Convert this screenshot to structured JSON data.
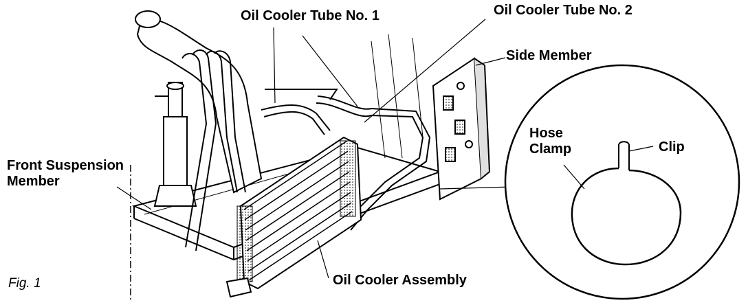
{
  "labels": {
    "oil_cooler_tube_1": "Oil Cooler Tube No. 1",
    "oil_cooler_tube_2": "Oil Cooler Tube No. 2",
    "side_member": "Side Member",
    "front_suspension_line1": "Front Suspension",
    "front_suspension_line2": "Member",
    "oil_cooler_assembly": "Oil Cooler Assembly",
    "hose_line1": "Hose",
    "hose_line2": "Clamp",
    "clip": "Clip",
    "figure": "Fig. 1"
  },
  "colors": {
    "ink": "#000000",
    "paper": "#ffffff",
    "shade": "#bfbfbf"
  }
}
